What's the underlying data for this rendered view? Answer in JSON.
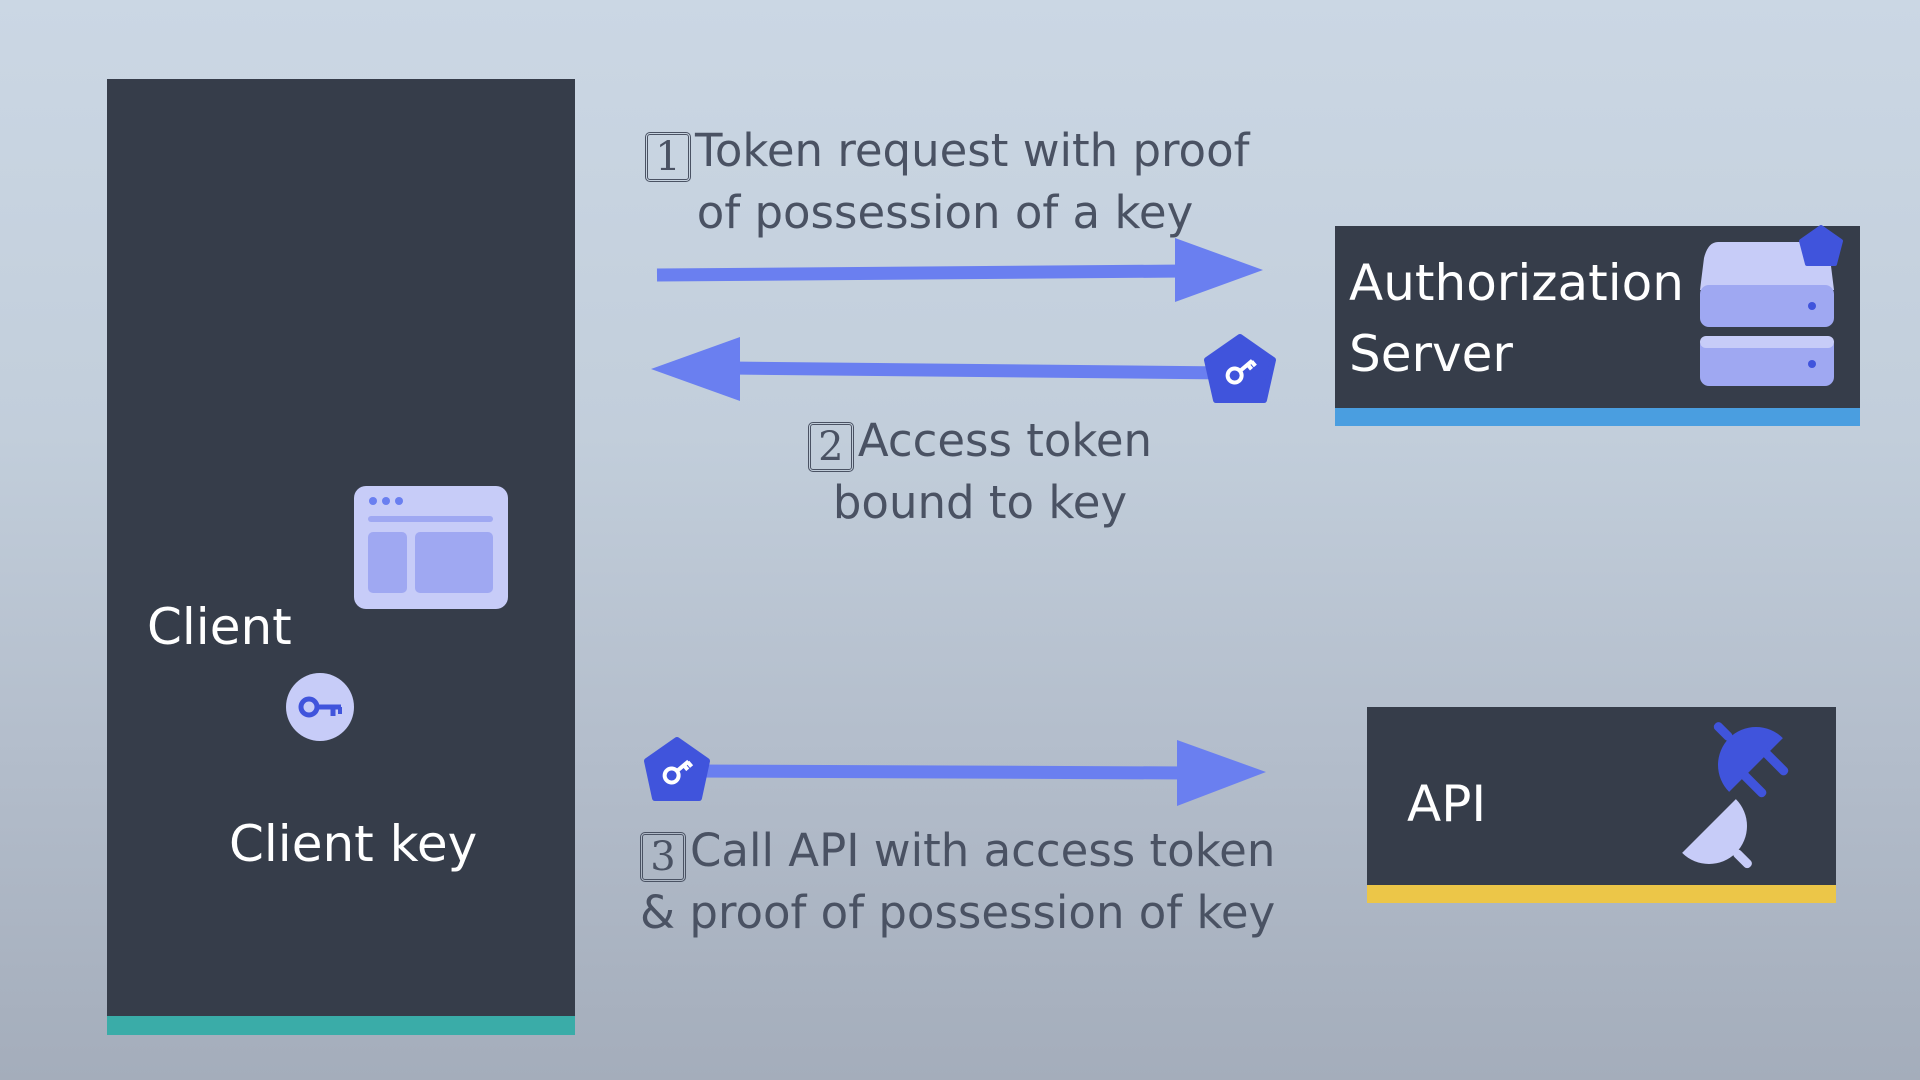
{
  "client": {
    "label": "Client",
    "key_label": "Client key",
    "accent_color": "#3aaca8"
  },
  "auth_server": {
    "label": "Authorization\nServer",
    "accent_color": "#4a9ee0"
  },
  "api": {
    "label": "API",
    "accent_color": "#ecc648"
  },
  "steps": [
    {
      "number": "1",
      "line1": "Token request with proof",
      "line2": "of possession of a key"
    },
    {
      "number": "2",
      "line1": "Access token",
      "line2": "bound to key"
    },
    {
      "number": "3",
      "line1": "Call API with access token",
      "line2": "& proof of possession of key"
    }
  ],
  "icons": {
    "browser": "browser-window-icon",
    "client_key": "key-icon",
    "server": "server-stack-icon",
    "token": "token-key-badge-icon",
    "plug": "plug-icon"
  },
  "colors": {
    "box_bg": "#363d4a",
    "arrow": "#6a7ff0",
    "badge": "#4054dc",
    "icon_light": "#c7ccf8",
    "icon_mid": "#9fa8f2"
  }
}
